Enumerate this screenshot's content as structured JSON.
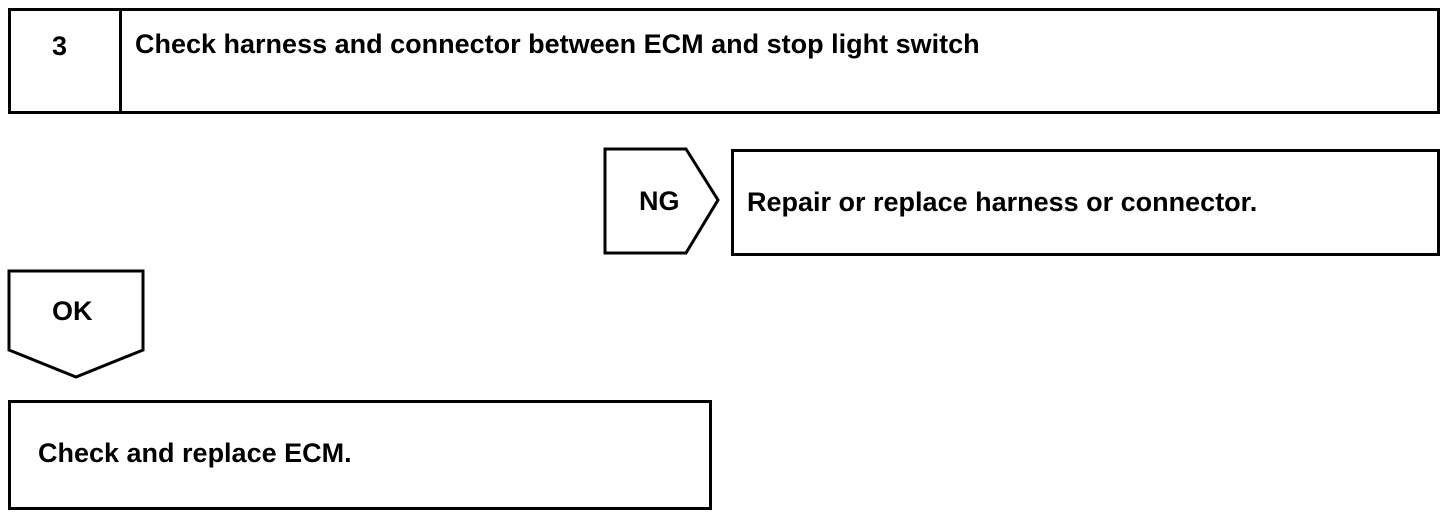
{
  "step": {
    "number": "3",
    "title": "Check harness and connector between ECM and stop light switch"
  },
  "ng_branch": {
    "label": "NG",
    "action": "Repair or replace harness or connector."
  },
  "ok_branch": {
    "label": "OK",
    "action": "Check and replace ECM."
  }
}
